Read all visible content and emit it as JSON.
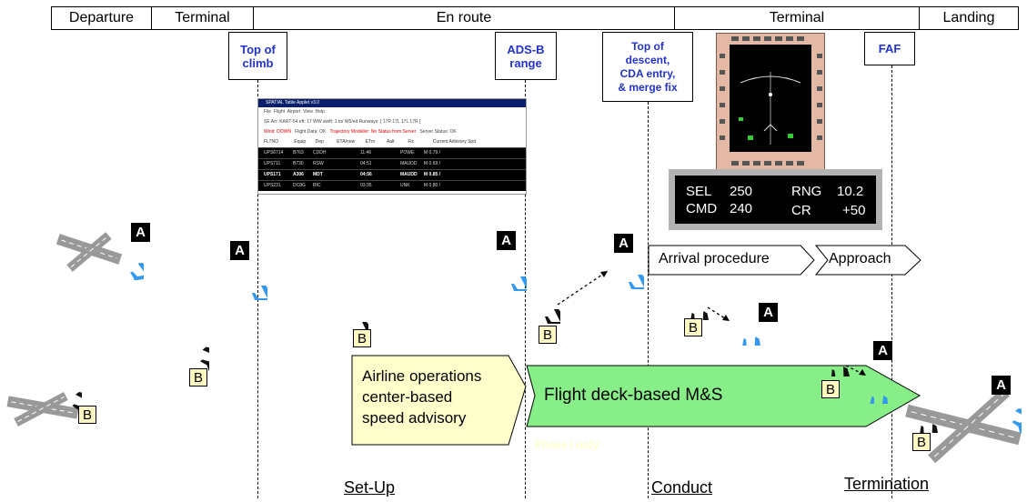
{
  "phases": [
    "Departure",
    "Terminal",
    "En route",
    "Terminal",
    "Landing"
  ],
  "markers": {
    "top_of_climb": "Top of\nclimb",
    "adsb_range": "ADS-B\nrange",
    "top_of_descent": "Top of\ndescent,\nCDA entry,\n& merge fix",
    "faf": "FAF"
  },
  "badges": {
    "a": "A",
    "b": "B"
  },
  "readout": {
    "sel_label": "SEL",
    "sel_value": "250",
    "rng_label": "RNG",
    "rng_value": "10.2",
    "cmd_label": "CMD",
    "cmd_value": "240",
    "cr_label": "CR",
    "cr_value": "+50"
  },
  "arrows": {
    "arrival_procedure": "Arrival procedure",
    "approach": "Approach",
    "airline_ops": "Airline operations\ncenter-based\nspeed advisory",
    "flight_deck": "Flight deck-based M&S",
    "phase_note": "Phase I only"
  },
  "stages": {
    "setup": "Set-Up",
    "conduct": "Conduct",
    "termination": "Termination"
  },
  "spatial_table": {
    "title": "SPATIAL Table Applet v3.0",
    "menu": [
      "File",
      "Flight",
      "Airport",
      "View",
      "Help"
    ],
    "info": "SE Arr: KART-54  eft: 17    WW    swift: 1     to/ W5/ed    Runways: [   17R   17L   17L   17R ]",
    "status_bad": "Wind: DOWN",
    "status_mid": "Flight Data: OK",
    "status_bad2": "Trajectory Modeller: No Status from Server",
    "status_end": "Server Status: OK",
    "headers": [
      "FLTNO",
      "Equip",
      "Dep",
      "ETA/now",
      "ETm",
      "Aalt",
      "Fix",
      "Current Advisory Spd"
    ],
    "rows": [
      [
        "UPS6714",
        "B763",
        "CDDH",
        "",
        "11:46",
        "",
        "POWE",
        "M 0.79 /"
      ],
      [
        "UPS711",
        "B730",
        "RSW",
        "",
        "04:51",
        "",
        "MAUDD",
        "M 0.69 /"
      ],
      [
        "UPS171",
        "A306",
        "MDT",
        "",
        "04:56",
        "",
        "MAUDD",
        "M 0.85 /"
      ],
      [
        "UPS231",
        "DC8G",
        "RIC",
        "",
        "03:35",
        "",
        "UNK",
        "M 0.80 /"
      ]
    ]
  },
  "colors": {
    "plane_a": "#3399ee",
    "plane_b": "#111111",
    "marker_text": "#2233cc",
    "flight_deck_fill": "#88ee88",
    "airline_fill": "#ffffcc"
  }
}
